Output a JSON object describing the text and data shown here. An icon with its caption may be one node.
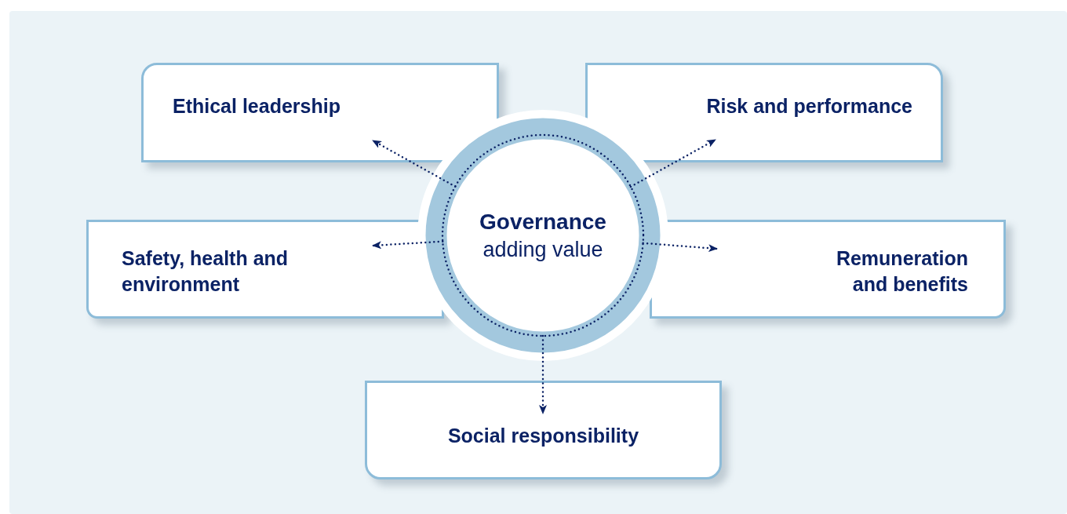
{
  "diagram": {
    "nodes": [
      {
        "text": [
          "Governance",
          "adding value"
        ]
      },
      {
        "text": [
          "Ethical leadership"
        ]
      },
      {
        "text": [
          "Risk and performance"
        ]
      },
      {
        "text": [
          "Safety, health and environment"
        ]
      },
      {
        "text": [
          "Remuneration and benefits"
        ]
      },
      {
        "text": [
          "Social responsibility"
        ]
      }
    ],
    "edges": [
      {
        "from": 0,
        "to": 1,
        "arrow": "to"
      },
      {
        "from": 0,
        "to": 2,
        "arrow": "to"
      },
      {
        "from": 0,
        "to": 3,
        "arrow": "to"
      },
      {
        "from": 0,
        "to": 4,
        "arrow": "to"
      },
      {
        "from": 0,
        "to": 5,
        "arrow": "to"
      }
    ]
  }
}
